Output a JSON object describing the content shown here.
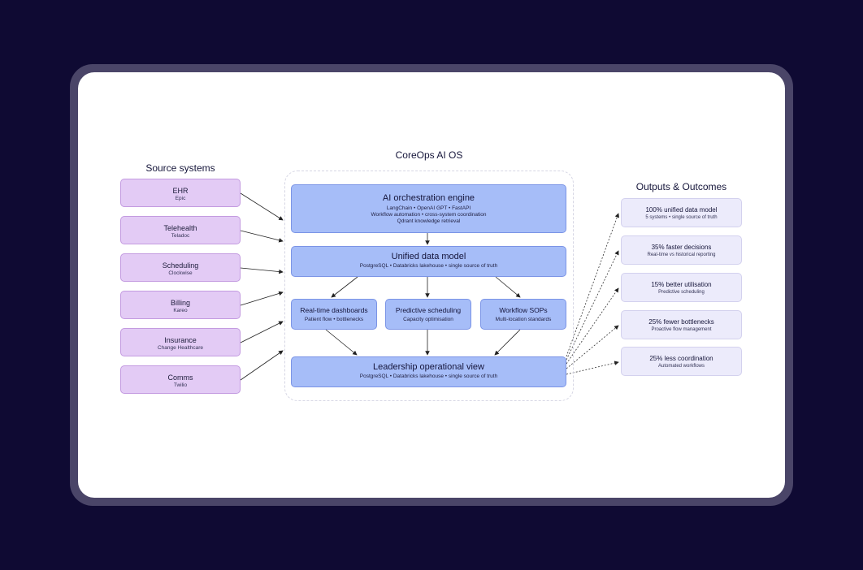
{
  "diagram_title": "CoreOps AI OS",
  "source_title": "Source systems",
  "outputs_title": "Outputs & Outcomes",
  "sources": [
    {
      "title": "EHR",
      "sub": "Epic"
    },
    {
      "title": "Telehealth",
      "sub": "Teladoc"
    },
    {
      "title": "Scheduling",
      "sub": "Clockwise"
    },
    {
      "title": "Billing",
      "sub": "Kareo"
    },
    {
      "title": "Insurance",
      "sub": "Change Healthcare"
    },
    {
      "title": "Comms",
      "sub": "Twilio"
    }
  ],
  "engine": {
    "title": "AI orchestration engine",
    "lines": [
      "LangChain • OpenAI GPT • FastAPI",
      "Workflow automation • cross-system coordination",
      "Qdrant knowledge retrieval"
    ]
  },
  "unified": {
    "title": "Unified data model",
    "sub": "PostgreSQL • Databricks lakehouse • single source of truth"
  },
  "modules": [
    {
      "title": "Real-time dashboards",
      "sub": "Patient flow • bottlenecks"
    },
    {
      "title": "Predictive scheduling",
      "sub": "Capacity optimisation"
    },
    {
      "title": "Workflow SOPs",
      "sub": "Multi-location standards"
    }
  ],
  "leadership": {
    "title": "Leadership operational view",
    "sub": "PostgreSQL • Databricks lakehouse • single source of truth"
  },
  "outputs": [
    {
      "title": "100% unified data model",
      "sub": "5 systems • single source of truth"
    },
    {
      "title": "35% faster decisions",
      "sub": "Real-time vs historical reporting"
    },
    {
      "title": "15% better utilisation",
      "sub": "Predictive scheduling"
    },
    {
      "title": "25% fewer bottlenecks",
      "sub": "Proactive flow management"
    },
    {
      "title": "25% less coordination",
      "sub": "Automated workflows"
    }
  ],
  "colors": {
    "background": "#0f0a33",
    "source_fill": "#e3cbf5",
    "core_fill": "#a6bdf8",
    "output_fill": "#ecebfb"
  }
}
